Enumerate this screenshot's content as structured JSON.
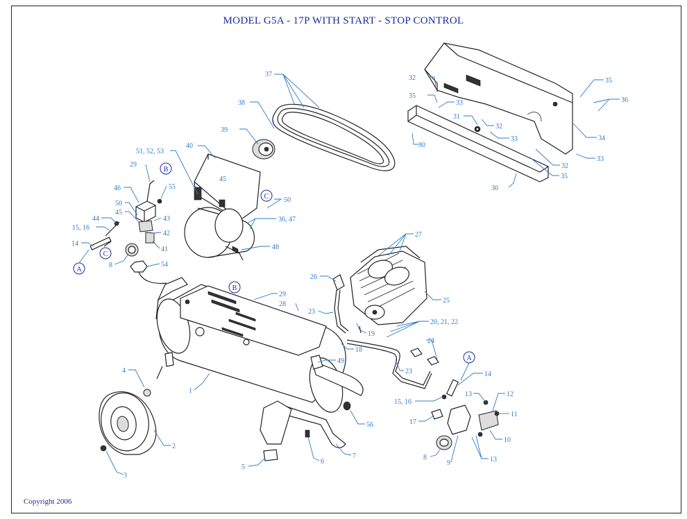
{
  "title": "MODEL G5A - 17P  WITH START - STOP CONTROL",
  "copyright": "Copyright 2006",
  "colors": {
    "title": "#1a2a9c",
    "labels": "#2b7cc9",
    "drawing": "#222222"
  },
  "callouts": [
    "A",
    "B",
    "C",
    "B",
    "C",
    "A"
  ],
  "labels": [
    "37",
    "38",
    "39",
    "40",
    "51, 52, 53",
    "29",
    "46",
    "55",
    "50",
    "45",
    "44",
    "43",
    "15, 16",
    "42",
    "14",
    "41",
    "8",
    "54",
    "45",
    "50",
    "36, 47",
    "48",
    "32",
    "35",
    "33",
    "31",
    "32",
    "30",
    "33",
    "32",
    "35",
    "30",
    "35",
    "36",
    "34",
    "33",
    "27",
    "26",
    "25",
    "29",
    "28",
    "23",
    "19",
    "20, 21, 22",
    "18",
    "24",
    "49",
    "23",
    "4",
    "1",
    "14",
    "15, 16",
    "13",
    "12",
    "11",
    "17",
    "10",
    "2",
    "56",
    "8",
    "9",
    "13",
    "3",
    "5",
    "6",
    "7"
  ]
}
